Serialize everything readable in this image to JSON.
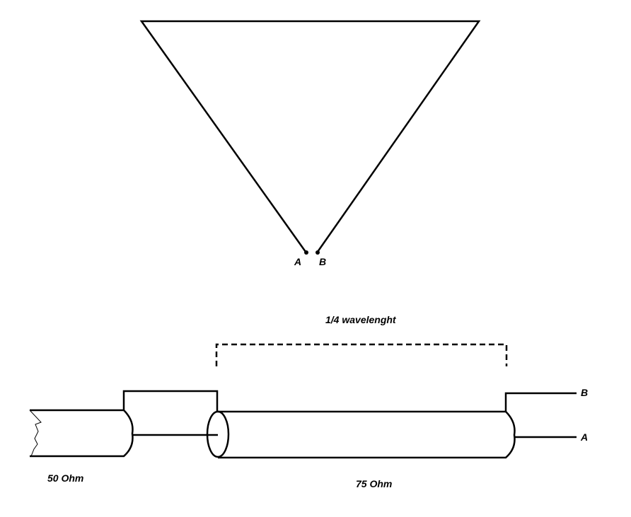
{
  "labels": {
    "antenna_a": "A",
    "antenna_b": "B",
    "quarter_wave": "1/4 wavelenght",
    "out_b": "B",
    "out_a": "A",
    "cable_50": "50 Ohm",
    "cable_75": "75 Ohm"
  },
  "colors": {
    "stroke": "#000000",
    "background": "#ffffff"
  }
}
